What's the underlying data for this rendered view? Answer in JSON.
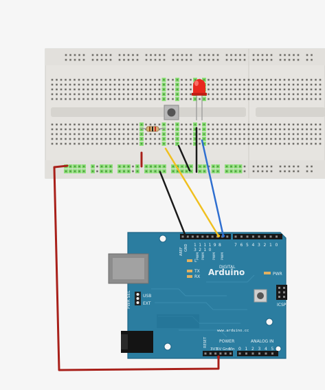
{
  "board": {
    "brand": "Arduino",
    "website": "www.arduino.cc",
    "digital_label": "DIGITAL",
    "analog_label": "ANALOG IN",
    "power_label": "POWER",
    "icsp_label": "ICSP",
    "pwr_label": "PWR",
    "pwr_sel_label": "PWR SEL",
    "usb_label": "USB",
    "ext_label": "EXT",
    "aref_label": "AREF",
    "gnd_label": "GND",
    "reset_label": "RESET",
    "led_l_label": "L",
    "tx_label": "TX",
    "rx_label": "RX",
    "power_pins": [
      "3V3",
      "5V",
      "Gnd",
      "Vin"
    ],
    "analog_pins": [
      "0",
      "1",
      "2",
      "3",
      "4",
      "5"
    ],
    "digital_pins_high": [
      "1",
      "1",
      "1",
      "1",
      "9",
      "8"
    ],
    "digital_pins_high_b": [
      "3",
      "2",
      "1",
      "0",
      "",
      ""
    ],
    "digital_pins_low": [
      "7",
      "6",
      "5",
      "4",
      "3",
      "2",
      "1",
      "0"
    ],
    "pwm_label": "PWM"
  },
  "colors": {
    "board": "#2b7da0",
    "board_dark": "#1e6485",
    "breadboard": "#e6e4e0",
    "hole_active": "#8ee07a",
    "wire_red": "#a8201a",
    "wire_black": "#1a1a1a",
    "wire_yellow": "#f0c020",
    "wire_blue": "#2f6fd0",
    "led": "#e8281e"
  },
  "connections": [
    {
      "name": "5V",
      "wire": "red"
    },
    {
      "name": "GND",
      "wire": "black"
    },
    {
      "name": "pin 9",
      "wire": "yellow"
    },
    {
      "name": "pin 8",
      "wire": "blue"
    }
  ]
}
